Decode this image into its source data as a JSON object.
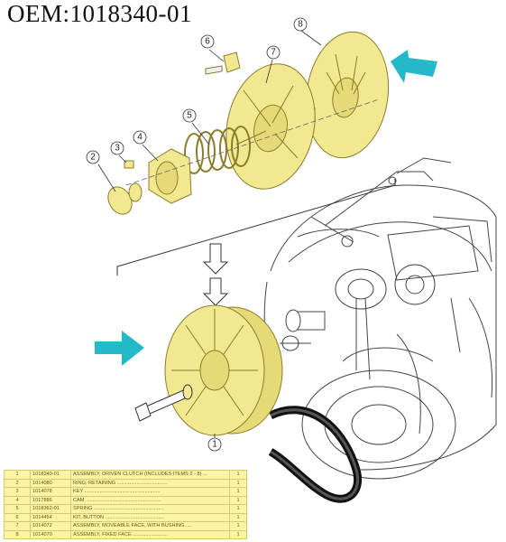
{
  "title": "OEM:1018340-01",
  "callouts": [
    "1",
    "2",
    "3",
    "4",
    "5",
    "6",
    "7",
    "8"
  ],
  "colors": {
    "part_fill": "#f2e88f",
    "part_stroke": "#8a7d2a",
    "arrow": "#24b9c9",
    "line": "#333333",
    "table_bg": "#fbf3a6"
  },
  "parts_table": [
    {
      "row": "1",
      "part_number": "1018340-01",
      "description": "ASSEMBLY, DRIVEN CLUTCH (INCLUDES ITEMS 2 - 8) ...",
      "qty": "1"
    },
    {
      "row": "2",
      "part_number": "1014080",
      "description": "RING, RETAINING ....................................",
      "qty": "1"
    },
    {
      "row": "3",
      "part_number": "1014078",
      "description": "KEY ......................................................",
      "qty": "1"
    },
    {
      "row": "4",
      "part_number": "1017886",
      "description": "CAM ......................................................",
      "qty": "1"
    },
    {
      "row": "5",
      "part_number": "1018362-01",
      "description": "SPRING ..................................................",
      "qty": "1"
    },
    {
      "row": "6",
      "part_number": "1014454",
      "description": "KIT, BUTTON ..........................................",
      "qty": "1"
    },
    {
      "row": "7",
      "part_number": "1014072",
      "description": "ASSEMBLY, MOVEABLE FACE, WITH BUSHING ....",
      "qty": "1"
    },
    {
      "row": "8",
      "part_number": "1014070",
      "description": "ASSEMBLY, FIXED FACE .........................",
      "qty": "1"
    }
  ]
}
